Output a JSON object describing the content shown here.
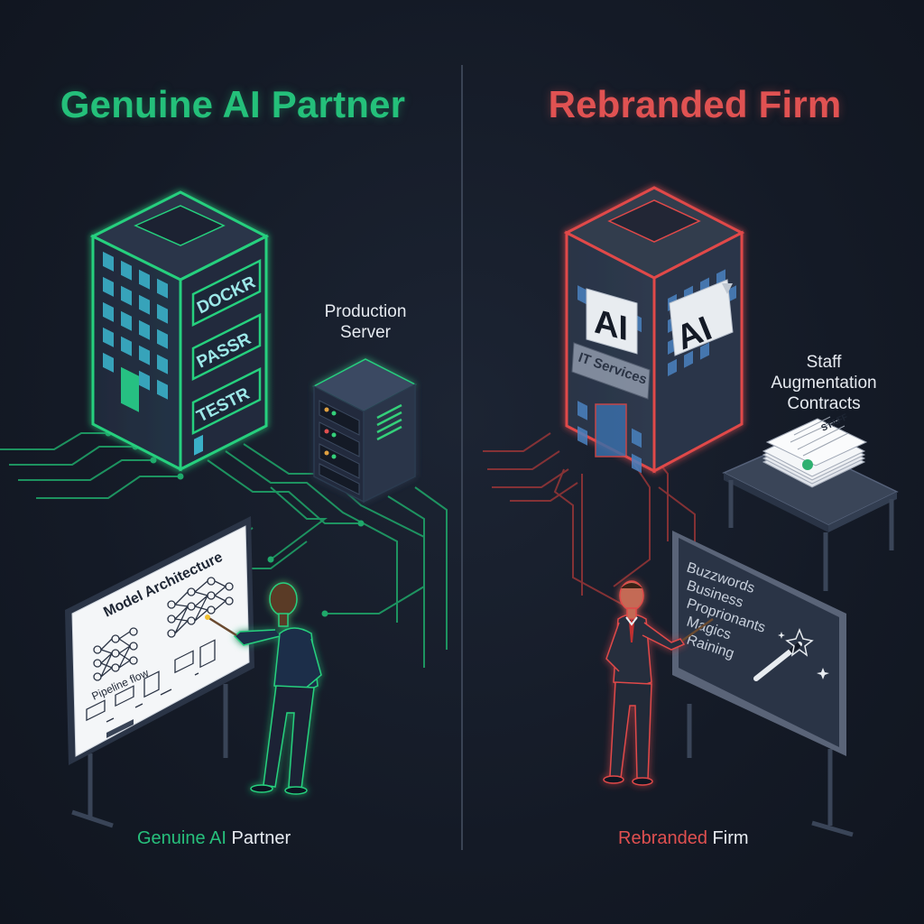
{
  "left_panel": {
    "title": "Genuine AI Partner",
    "building_signs": [
      "DOCKR",
      "PASSR",
      "TESTR"
    ],
    "server_label_line1": "Production",
    "server_label_line2": "Server",
    "whiteboard_title": "Model Architecture",
    "whiteboard_subtitle": "Pipeline flow",
    "caption_word1": "Genuine",
    "caption_word2": "AI",
    "caption_word3": "Partner"
  },
  "right_panel": {
    "title": "Rebranded Firm",
    "sticker_1": "AI",
    "sticker_2": "AI",
    "old_sign": "IT Services",
    "desk_label_line1": "Staff",
    "desk_label_line2": "Augmentation",
    "desk_label_line3": "Contracts",
    "paper_label": "STAFF",
    "chalkboard_words": [
      "Buzzwords",
      "Business",
      "Proprionants",
      "Magics",
      "Raining"
    ],
    "caption_word1": "Rebranded",
    "caption_word2": "Firm"
  },
  "colors": {
    "background": "#141a26",
    "genuine_accent": "#24c07a",
    "rebranded_accent": "#e05252",
    "divider": "#3a4354"
  }
}
